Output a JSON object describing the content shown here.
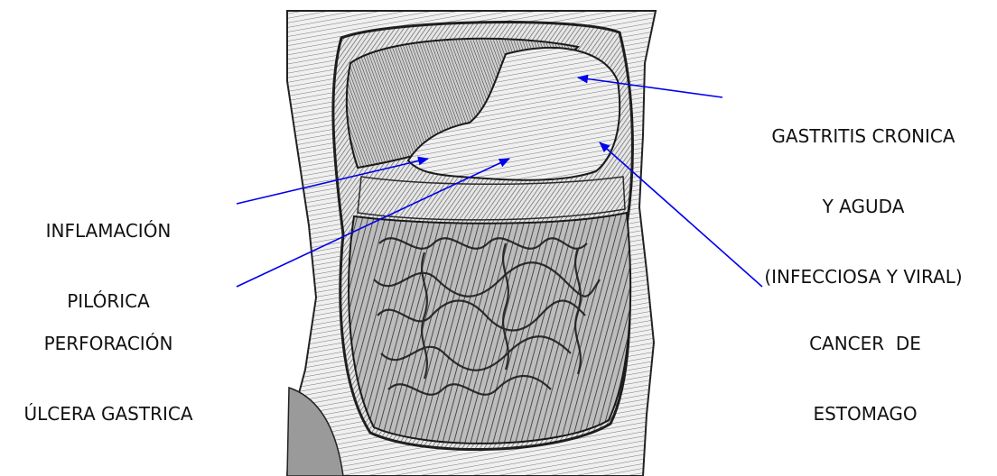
{
  "figure": {
    "illustration": "engraving of the opened abdominal cavity showing stomach and intestines"
  },
  "labels": {
    "gastritis": [
      "GASTRITIS CRONICA",
      "Y AGUDA",
      "(INFECCIOSA Y VIRAL)"
    ],
    "inflamacion": [
      "INFLAMACIÓN",
      "PILÓRICA"
    ],
    "perforacion": [
      "PERFORACIÓN",
      "ÚLCERA GASTRICA"
    ],
    "cancer": [
      "CANCER  DE",
      "ESTOMAGO"
    ]
  },
  "colors": {
    "arrow": "#0000ee",
    "label_text": "#111111",
    "engraving_dark": "#2b2b2b",
    "engraving_light": "#d9d9d9"
  }
}
